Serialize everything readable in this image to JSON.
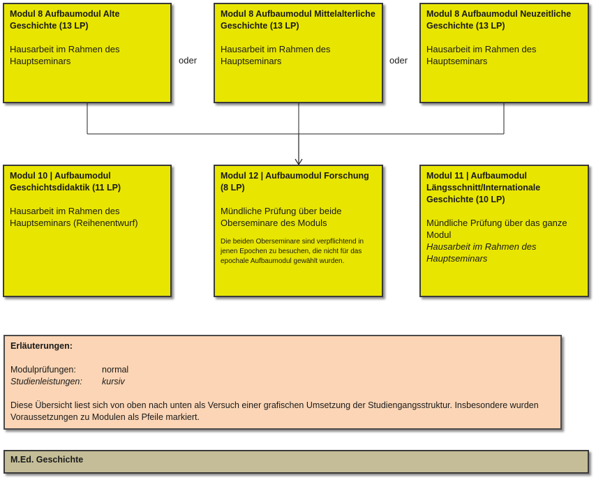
{
  "top": [
    {
      "title": "Modul 8 Aufbaumodul Alte Geschichte (13 LP)",
      "body": "Hausarbeit im Rahmen des Hauptseminars"
    },
    {
      "title": "Modul 8 Aufbaumodul Mittelalterliche Geschichte (13 LP)",
      "body": "Hausarbeit im Rahmen des Hauptseminars"
    },
    {
      "title": "Modul 8 Aufbaumodul Neuzeitliche Geschichte (13 LP)",
      "body": "Hausarbeit im Rahmen des Hauptseminars"
    }
  ],
  "connectors": {
    "or1": "oder",
    "or2": "oder"
  },
  "bottom": [
    {
      "title": "Modul 10  |  Aufbaumodul Geschichtsdidaktik (11 LP)",
      "body": "Hausarbeit im Rahmen des Hauptseminars (Reihenentwurf)"
    },
    {
      "title": "Modul 12  |  Aufbaumodul Forschung (8 LP)",
      "body": "Mündliche Prüfung über beide Oberseminare des Moduls",
      "note": "Die beiden Oberseminare sind verpflichtend in jenen Epochen zu besuchen, die nicht für das epochale Aufbaumodul gewählt wurden."
    },
    {
      "title": "Modul 11  |  Aufbaumodul Längsschnitt/Internationale Geschichte (10 LP)",
      "body": "Mündliche Prüfung über das ganze Modul",
      "body_italic": "Hausarbeit im Rahmen des Hauptseminars"
    }
  ],
  "legend": {
    "title": "Erläuterungen:",
    "rows": [
      {
        "key": "Modulprüfungen:",
        "value": "normal"
      },
      {
        "key": "Studienleistungen:",
        "value": "kursiv"
      }
    ],
    "text": "Diese Übersicht liest sich von oben nach unten als Versuch einer grafischen Umsetzung der Studiengangsstruktur. Insbesondere wurden Voraussetzungen zu Modulen als Pfeile markiert."
  },
  "footer": {
    "title": "M.Ed. Geschichte"
  },
  "colors": {
    "module_fill": "#e8e600",
    "legend_fill": "#fbd5b5",
    "footer_fill": "#c4bd97"
  }
}
